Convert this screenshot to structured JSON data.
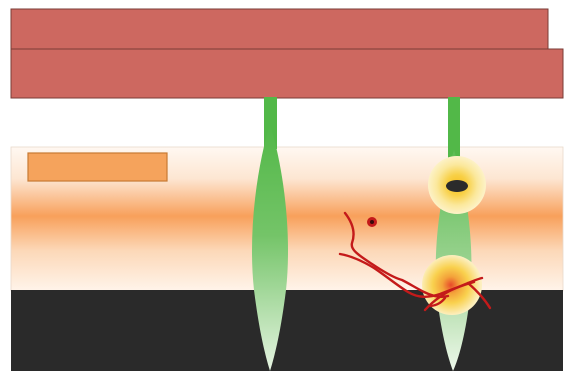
{
  "colors": {
    "background": "#ffffff",
    "top_bar_fill": "#cd6860",
    "top_bar_stroke": "#7a3b36",
    "gradient_band_light": "#fff8f2",
    "gradient_band_peach": "#f8a05b",
    "dark_base": "#2a2a2a",
    "label_box_fill": "#f5a35c",
    "label_box_stroke": "#c77a33",
    "structure_green": "#52b848",
    "structure_green_fade": "#e6f4e2",
    "glow_outer": "#fbeba6",
    "glow_mid": "#f8d046",
    "glow_inner": "#e84a2a",
    "red_strands": "#c41a1a",
    "dark_spot": "#2b2b2b"
  },
  "diagram": {
    "top_bars_count": 2,
    "label_box_text": "",
    "structures_count": 2,
    "glow_spots_count": 2,
    "red_dot_count": 1
  }
}
